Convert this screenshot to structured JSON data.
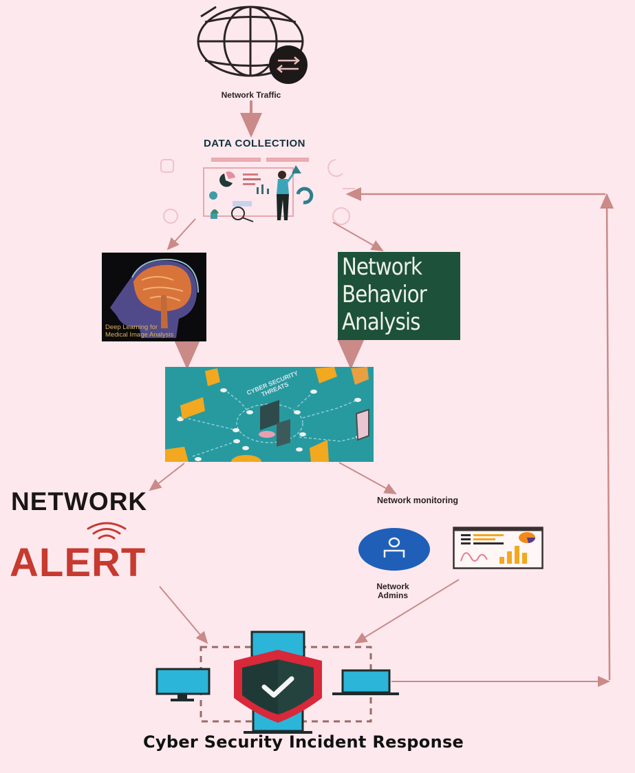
{
  "diagram": {
    "title": "Cyber Security Incident Response",
    "colors": {
      "background": "#fde8ee",
      "arrow": "#c98a88",
      "teal_panel": "#279aa0",
      "nba_green": "#1d5139",
      "alert_red": "#c63a2f",
      "admin_blue": "#1f5fb8",
      "device_cyan": "#2bb5d8",
      "shield_red": "#d8283a",
      "shield_dark": "#1f3a36"
    },
    "nodes": {
      "network_traffic": {
        "label": "Network Traffic",
        "icon": "globe-exchange-icon"
      },
      "data_collection": {
        "label": "DATA COLLECTION",
        "icon": "data-analyst-illustration"
      },
      "deep_learning": {
        "caption_line1": "Deep Learning for",
        "caption_line2": "Medical Image Analysis",
        "icon": "brain-scan-image"
      },
      "network_behavior": {
        "text": "Network\nBehavior\nAnalysis"
      },
      "cyber_threats": {
        "caption_line1": "CYBER SECURITY",
        "caption_line2": "THREATS",
        "icon": "isometric-threat-map"
      },
      "network_alert": {
        "line1": "NETWORK",
        "line2": "ALERT",
        "icon": "wifi-signal-icon"
      },
      "network_monitoring": {
        "label": "Network monitoring",
        "icon": "dashboard-icon"
      },
      "network_admins": {
        "line1": "Network",
        "line2": "Admins",
        "icon": "user-icon"
      },
      "incident_response": {
        "label": "Cyber Security Incident Response",
        "icon": "shield-check-network-icon"
      }
    },
    "edges": [
      {
        "from": "network_traffic",
        "to": "data_collection"
      },
      {
        "from": "data_collection",
        "to": "deep_learning"
      },
      {
        "from": "data_collection",
        "to": "network_behavior"
      },
      {
        "from": "deep_learning",
        "to": "cyber_threats"
      },
      {
        "from": "network_behavior",
        "to": "cyber_threats"
      },
      {
        "from": "cyber_threats",
        "to": "network_alert"
      },
      {
        "from": "cyber_threats",
        "to": "network_monitoring"
      },
      {
        "from": "network_alert",
        "to": "incident_response"
      },
      {
        "from": "network_monitoring",
        "to": "incident_response"
      },
      {
        "from": "incident_response",
        "to": "data_collection",
        "type": "feedback-loop"
      }
    ]
  }
}
